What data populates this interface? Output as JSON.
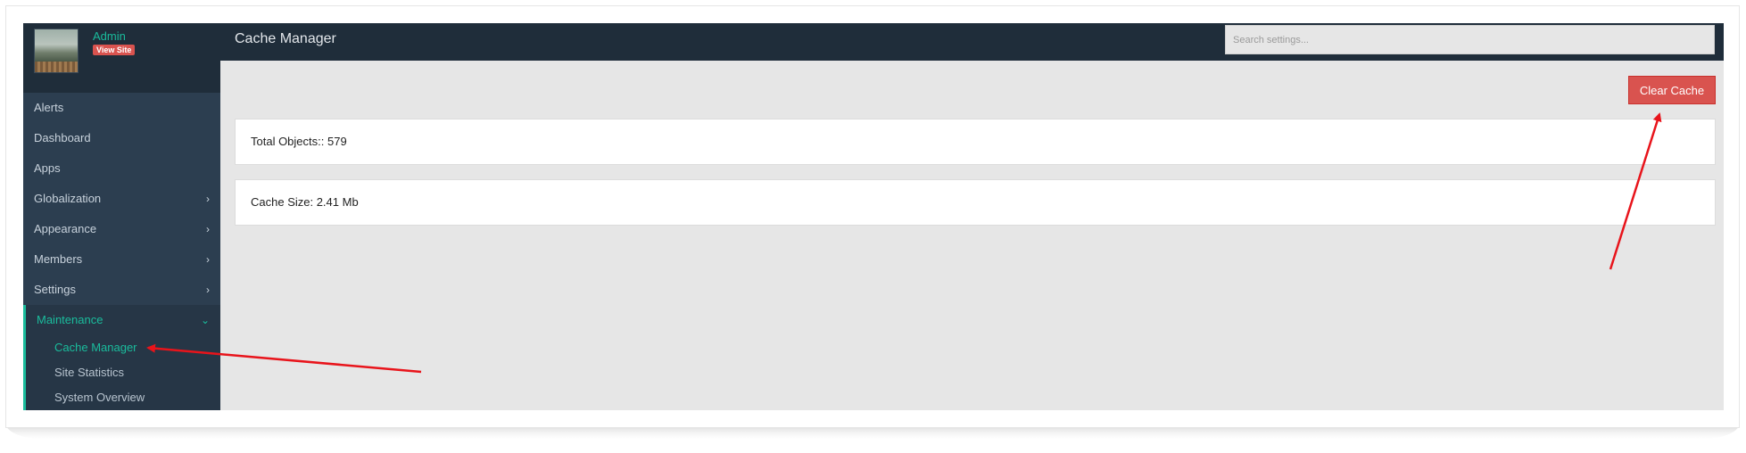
{
  "profile": {
    "name": "Admin",
    "view_site_label": "View Site"
  },
  "sidebar": {
    "items": [
      {
        "label": "Alerts"
      },
      {
        "label": "Dashboard"
      },
      {
        "label": "Apps"
      },
      {
        "label": "Globalization",
        "chevron": "›"
      },
      {
        "label": "Appearance",
        "chevron": "›"
      },
      {
        "label": "Members",
        "chevron": "›"
      },
      {
        "label": "Settings",
        "chevron": "›"
      }
    ],
    "maintenance": {
      "label": "Maintenance",
      "chevron": "⌄",
      "subitems": [
        {
          "label": "Cache Manager"
        },
        {
          "label": "Site Statistics"
        },
        {
          "label": "System Overview"
        }
      ]
    }
  },
  "header": {
    "title": "Cache Manager",
    "search_placeholder": "Search settings..."
  },
  "main": {
    "clear_cache_label": "Clear Cache",
    "total_objects_text": "Total Objects:: 579",
    "cache_size_text": "Cache Size: 2.41 Mb"
  },
  "colors": {
    "accent": "#1abc9c",
    "danger": "#d9534f",
    "sidebar_bg": "#2c3e50",
    "topbar_bg": "#1f2d3a",
    "annotation_arrow": "#e8141b"
  }
}
